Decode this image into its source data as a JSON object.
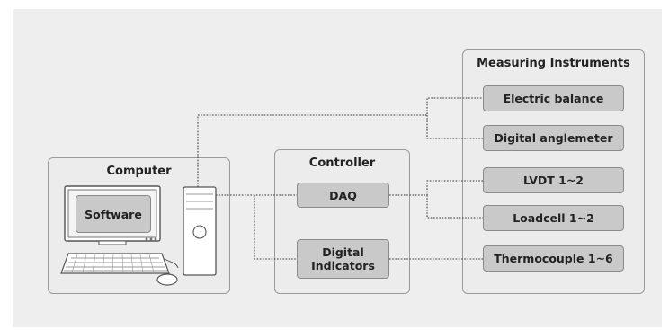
{
  "groups": {
    "computer": "Computer",
    "controller": "Controller",
    "instruments": "Measuring Instruments"
  },
  "nodes": {
    "software": "Software",
    "daq": "DAQ",
    "digital_indicators": "Digital\nIndicators",
    "electric_balance": "Electric balance",
    "digital_anglemeter": "Digital anglemeter",
    "lvdt": "LVDT 1~2",
    "loadcell": "Loadcell 1~2",
    "thermocouple": "Thermocouple 1~6"
  },
  "colors": {
    "background": "#eeeeee",
    "group_fill": "#ececec",
    "node_fill": "#c9c9c9",
    "border": "#8a8a8a",
    "wire": "#555555"
  },
  "icons": [
    "monitor-icon",
    "tower-icon",
    "keyboard-icon",
    "mouse-icon"
  ]
}
